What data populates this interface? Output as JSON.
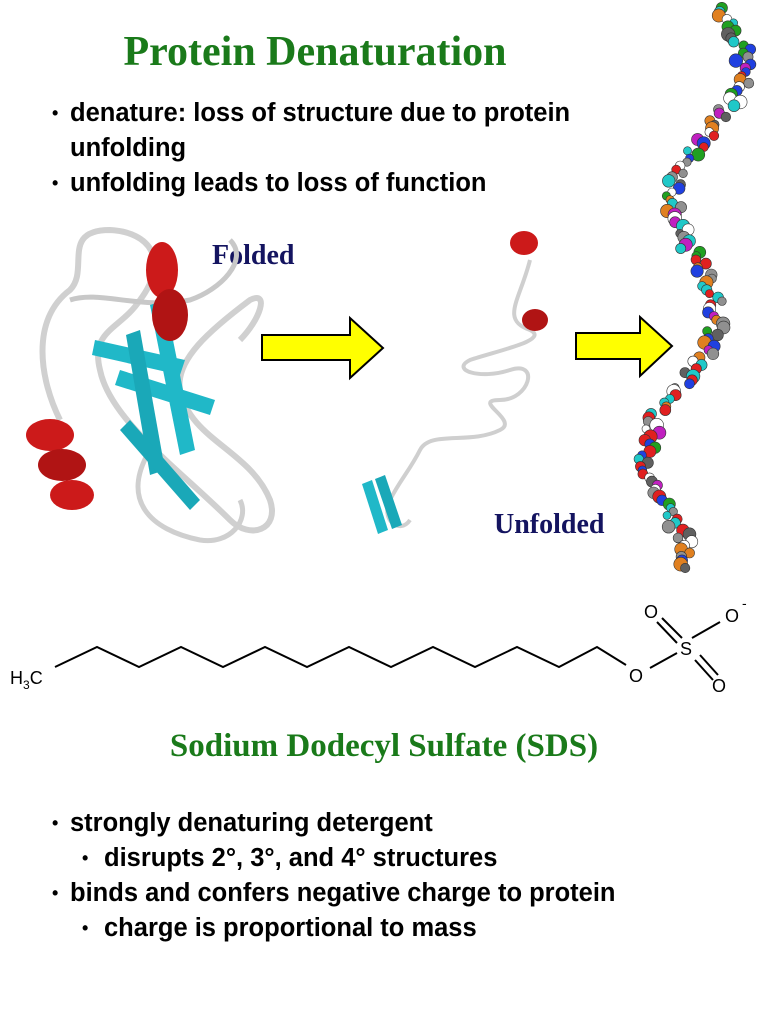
{
  "title": "Protein Denaturation",
  "bullets_top": [
    {
      "text": "denature: loss of structure due to protein unfolding"
    },
    {
      "text": "unfolding leads to loss of function"
    }
  ],
  "labels": {
    "folded": "Folded",
    "unfolded": "Unfolded"
  },
  "chem": {
    "h3c": "H3C",
    "o1": "O",
    "o2": "O",
    "o3": "O",
    "o4": "O",
    "s": "S",
    "minus": "-"
  },
  "subtitle": "Sodium Dodecyl Sulfate (SDS)",
  "bullets_bottom": [
    {
      "text": "strongly denaturing detergent",
      "level": 1
    },
    {
      "text": "disrupts 2°, 3°, and 4° structures",
      "level": 2
    },
    {
      "text": "binds and confers negative charge to protein",
      "level": 1
    },
    {
      "text": "charge is proportional to mass",
      "level": 2
    }
  ],
  "colors": {
    "title_green": "#1a7a1a",
    "label_navy": "#141460",
    "arrow_yellow": "#ffff00",
    "helix_red": "#cc1a1a",
    "sheet_cyan": "#20b8c8"
  }
}
